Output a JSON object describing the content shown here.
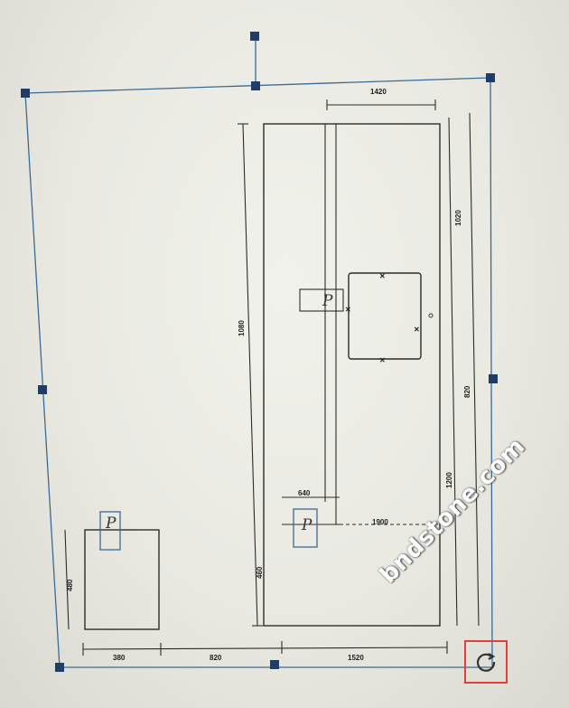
{
  "drawing": {
    "room_labels": [
      "P",
      "P",
      "P"
    ],
    "dimensions": {
      "top": "1420",
      "left_long": "1080",
      "left_short": "460",
      "inner_small": "640",
      "right_upper": "1020",
      "right_mid": "820",
      "right_lower": "1200",
      "small_room_side": "480",
      "bottom_1": "380",
      "bottom_2": "820",
      "bottom_3": "1520",
      "center_mark": "1900"
    }
  },
  "controls": {
    "rotate_icon": "rotate-icon"
  },
  "watermark": {
    "text": "bndstone.com"
  },
  "colors": {
    "selection": "#1f3d66",
    "rotate_highlight": "#e0403a"
  }
}
